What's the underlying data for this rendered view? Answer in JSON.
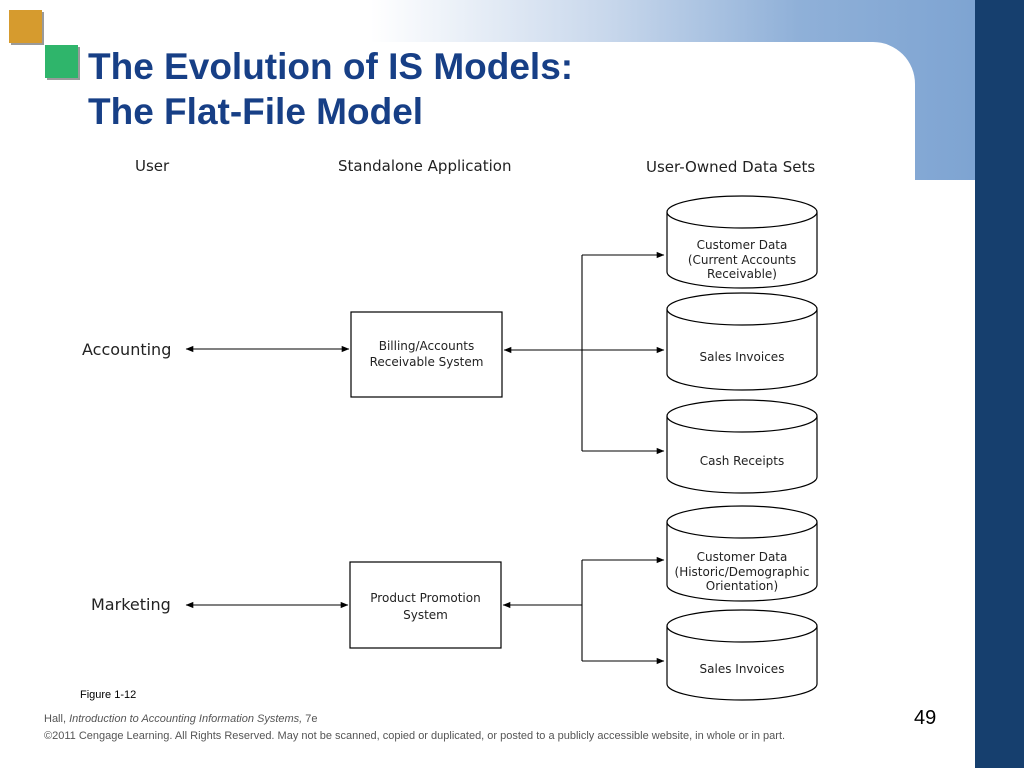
{
  "slide": {
    "title_line1": "The Evolution of IS Models:",
    "title_line2": "The Flat-File Model",
    "page_number": "49"
  },
  "diagram": {
    "headers": {
      "user": "User",
      "application": "Standalone Application",
      "data": "User-Owned Data Sets"
    },
    "users": {
      "accounting": "Accounting",
      "marketing": "Marketing"
    },
    "systems": {
      "billing": [
        "Billing/Accounts",
        "Receivable System"
      ],
      "promotion": [
        "Product Promotion",
        "System"
      ]
    },
    "datasets": {
      "customer_current": [
        "Customer Data",
        "(Current Accounts",
        "Receivable)"
      ],
      "sales_invoices_1": [
        "Sales Invoices"
      ],
      "cash_receipts": [
        "Cash Receipts"
      ],
      "customer_historic": [
        "Customer Data",
        "(Historic/Demographic",
        "Orientation)"
      ],
      "sales_invoices_2": [
        "Sales Invoices"
      ]
    },
    "figure_label": "Figure 1-12"
  },
  "footer": {
    "author": "Hall,",
    "book": "Introduction to Accounting Information Systems,",
    "edition": "7e",
    "copyright": "©2011 Cengage Learning. All Rights Reserved. May not be scanned, copied or duplicated, or posted to a publicly accessible website, in whole or in part."
  }
}
